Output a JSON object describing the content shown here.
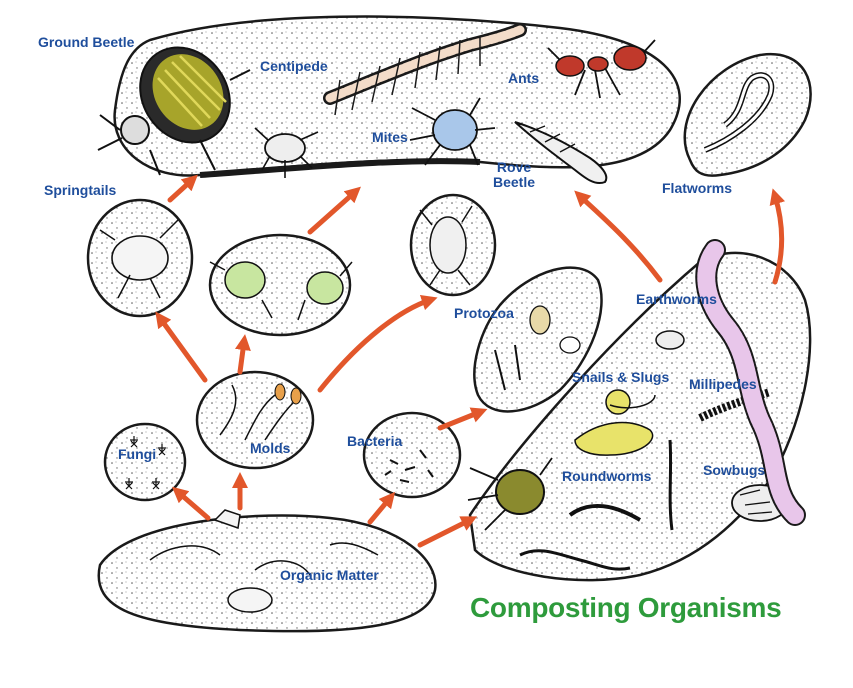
{
  "title": "Composting Organisms",
  "colors": {
    "label": "#1f4e9c",
    "title": "#2e9b3c",
    "arrow": "#e2572b",
    "outline": "#1a1a1a",
    "ant": "#c0392b",
    "mite": "#a9c7ea",
    "mold": "#c8e6a0",
    "spider": "#8a8a2e",
    "snail": "#e8e36a",
    "earthworm": "#e8c6ea"
  },
  "organisms": {
    "ground_beetle": "Ground Beetle",
    "centipede": "Centipede",
    "ants": "Ants",
    "mites": "Mites",
    "rove_beetle": "Rove\nBeetle",
    "springtails": "Springtails",
    "flatworms": "Flatworms",
    "protozoa": "Protozoa",
    "earthworms": "Earthworms",
    "snails_slugs": "Snails & Slugs",
    "millipedes": "Millipedes",
    "bacteria": "Bacteria",
    "roundworms": "Roundworms",
    "sowbugs": "Sowbugs",
    "fungi": "Fungi",
    "molds": "Molds",
    "organic_matter": "Organic Matter"
  }
}
